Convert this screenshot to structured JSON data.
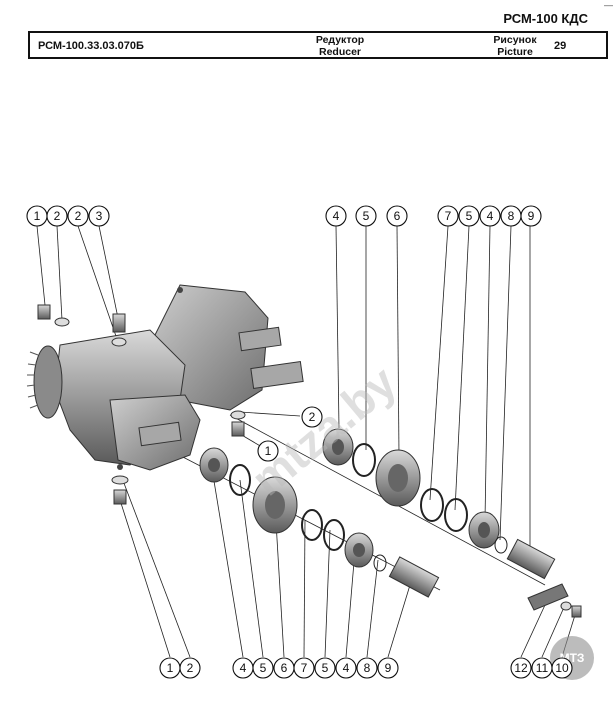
{
  "header": {
    "model": "РСМ-100 КДС",
    "corner_mark": "—"
  },
  "title_block": {
    "code": "РСМ-100.33.03.070Б",
    "name_ru": "Редуктор",
    "name_en": "Reducer",
    "figure_ru": "Рисунок",
    "figure_en": "Picture",
    "figure_number": "29"
  },
  "callouts_top": [
    "1",
    "2",
    "2",
    "3",
    "4",
    "5",
    "6",
    "7",
    "5",
    "4",
    "8",
    "9"
  ],
  "callouts_mid": [
    "2",
    "1"
  ],
  "callouts_bottom": [
    "1",
    "2",
    "4",
    "5",
    "6",
    "7",
    "5",
    "4",
    "8",
    "9",
    "12",
    "11",
    "10"
  ],
  "watermark": "mtza.by",
  "logo_text": "МТЗ"
}
